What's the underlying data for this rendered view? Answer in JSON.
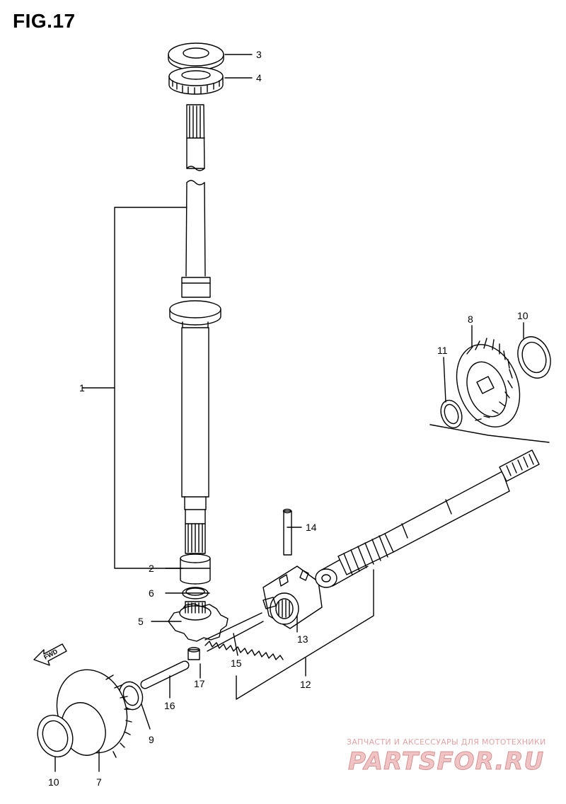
{
  "title": "FIG.17",
  "callouts": {
    "p1": "1",
    "p2": "2",
    "p3": "3",
    "p4": "4",
    "p5": "5",
    "p6": "6",
    "p7": "7",
    "p8": "8",
    "p9": "9",
    "p10a": "10",
    "p10b": "10",
    "p11": "11",
    "p12": "12",
    "p13": "13",
    "p14": "14",
    "p15": "15",
    "p16": "16",
    "p17": "17"
  },
  "direction_label": "FWD",
  "watermark": {
    "tagline": "ЗАПЧАСТИ И АКСЕССУАРЫ ДЛЯ МОТОТЕХНИКИ",
    "brand": "PARTSFOR.RU"
  }
}
